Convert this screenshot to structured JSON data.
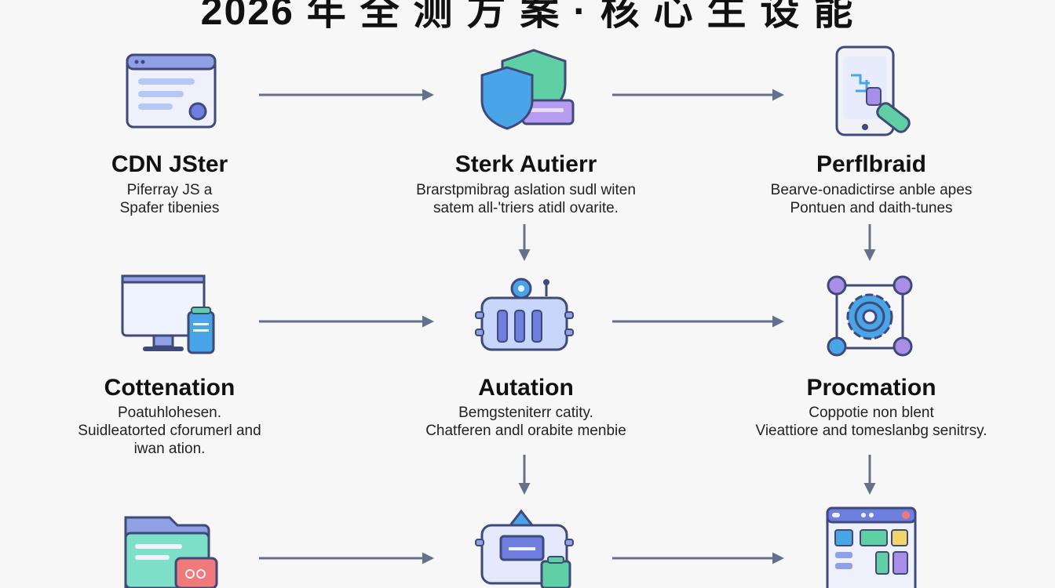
{
  "title": "2026 年 全 测 方 案 · 核 心 生 设 能",
  "nodes": [
    {
      "id": "cdn",
      "title": "CDN JSter",
      "desc": [
        "Piferray JS a",
        "Spafer tibenies"
      ],
      "icon": "browser-window-icon"
    },
    {
      "id": "sterk",
      "title": "Sterk Autierr",
      "desc": [
        "Brarstpmibrag aslation sudl witen",
        "satem all-'triers atidl ovarite."
      ],
      "icon": "security-shield-icon"
    },
    {
      "id": "perf",
      "title": "Perflbraid",
      "desc": [
        "Bearve-onadictirse anble apes",
        "Pontuen and daith-tunes"
      ],
      "icon": "mobile-phone-icon"
    },
    {
      "id": "cott",
      "title": "Cottenation",
      "desc": [
        "Poatuhlohesen.",
        "Suidleatorted cforumerl and",
        "iwan ation."
      ],
      "icon": "desktop-monitor-icon"
    },
    {
      "id": "aut",
      "title": "Autation",
      "desc": [
        "Bemgsteniterr catity.",
        "Chatferen andl orabite menbie"
      ],
      "icon": "automation-board-icon"
    },
    {
      "id": "proc",
      "title": "Procmation",
      "desc": [
        "Coppotie non blent",
        "Viеattiore and tomeslanbg senitrsy."
      ],
      "icon": "gear-network-icon"
    },
    {
      "id": "files",
      "title": "",
      "desc": [],
      "icon": "file-folder-icon"
    },
    {
      "id": "upload",
      "title": "",
      "desc": [],
      "icon": "upload-device-icon"
    },
    {
      "id": "dash",
      "title": "",
      "desc": [],
      "icon": "dashboard-window-icon"
    }
  ]
}
